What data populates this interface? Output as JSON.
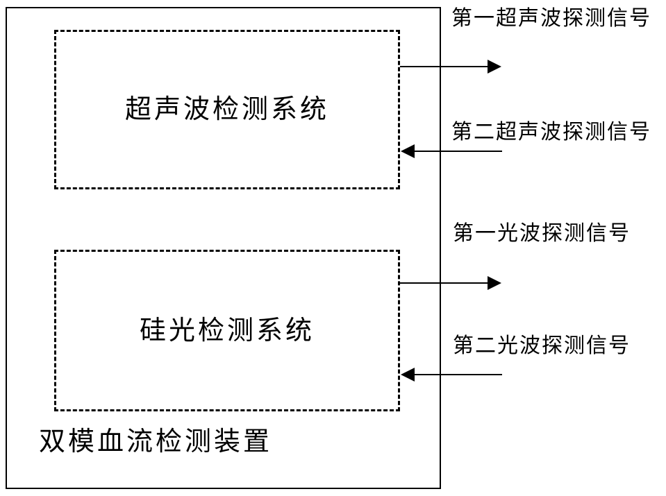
{
  "diagram": {
    "type": "block-diagram",
    "title": "双模血流检测装置",
    "device": {
      "caption": "双模血流检测装置",
      "outline_style": "solid"
    },
    "subsystems": [
      {
        "id": "ultrasound-detection-system",
        "label": "超声波检测系统",
        "outline_style": "dashed"
      },
      {
        "id": "silicon-photonic-detection-system",
        "label": "硅光检测系统",
        "outline_style": "dashed"
      }
    ],
    "signals": [
      {
        "id": "first-ultrasonic-detection-signal",
        "label": "第一超声波探测信号",
        "direction": "outgoing",
        "source": "超声波检测系统"
      },
      {
        "id": "second-ultrasonic-detection-signal",
        "label": "第二超声波探测信号",
        "direction": "incoming",
        "target": "超声波检测系统"
      },
      {
        "id": "first-optical-detection-signal",
        "label": "第一光波探测信号",
        "direction": "outgoing",
        "source": "硅光检测系统"
      },
      {
        "id": "second-optical-detection-signal",
        "label": "第二光波探测信号",
        "direction": "incoming",
        "target": "硅光检测系统"
      }
    ],
    "colors": {
      "stroke": "#000000",
      "background": "#ffffff"
    }
  }
}
